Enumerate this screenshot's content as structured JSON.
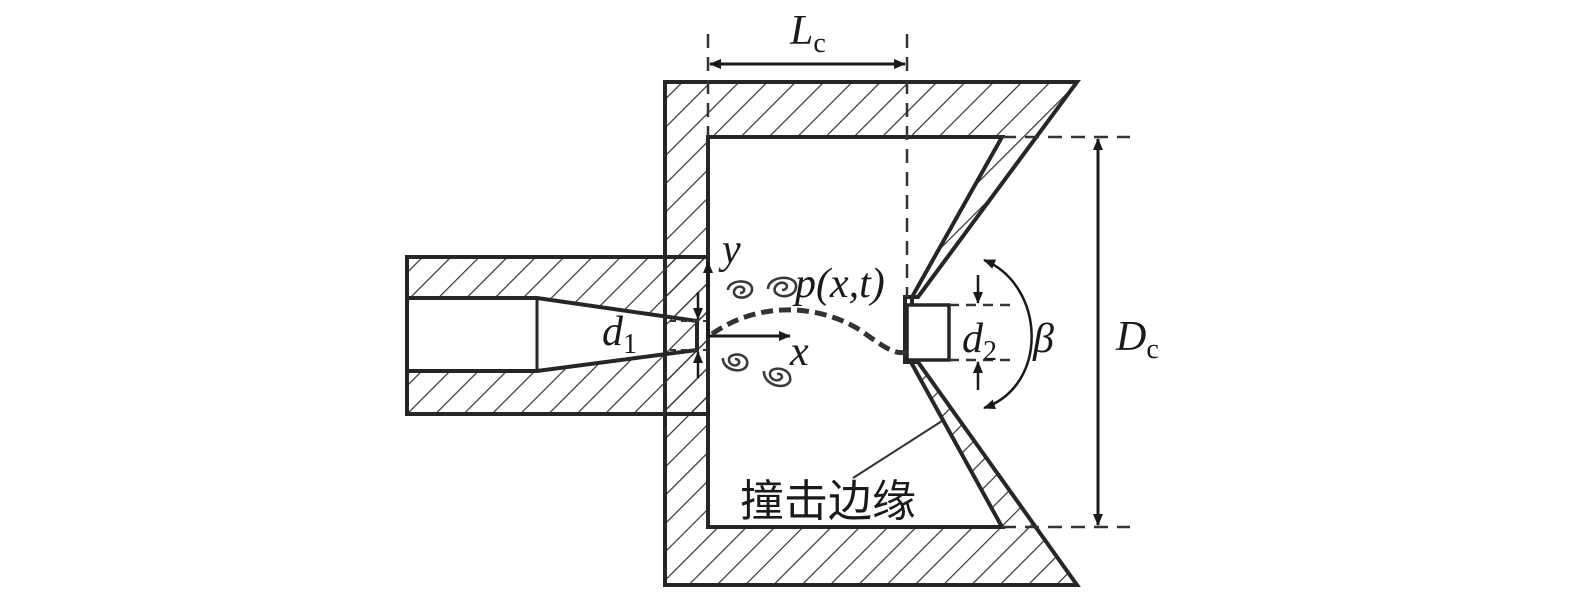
{
  "labels": {
    "chamber_length": {
      "main": "L",
      "sub": "c"
    },
    "chamber_diameter": {
      "main": "D",
      "sub": "c"
    },
    "nozzle_diameter": {
      "main": "d",
      "sub": "1"
    },
    "outlet_diameter": {
      "main": "d",
      "sub": "2"
    },
    "angle": "β",
    "x_axis": "x",
    "y_axis": "y",
    "pressure": "p(x,t)",
    "impinging_edge": "撞击边缘"
  },
  "colors": {
    "stroke": "#262626",
    "hatch": "#333333",
    "background": "#ffffff"
  }
}
